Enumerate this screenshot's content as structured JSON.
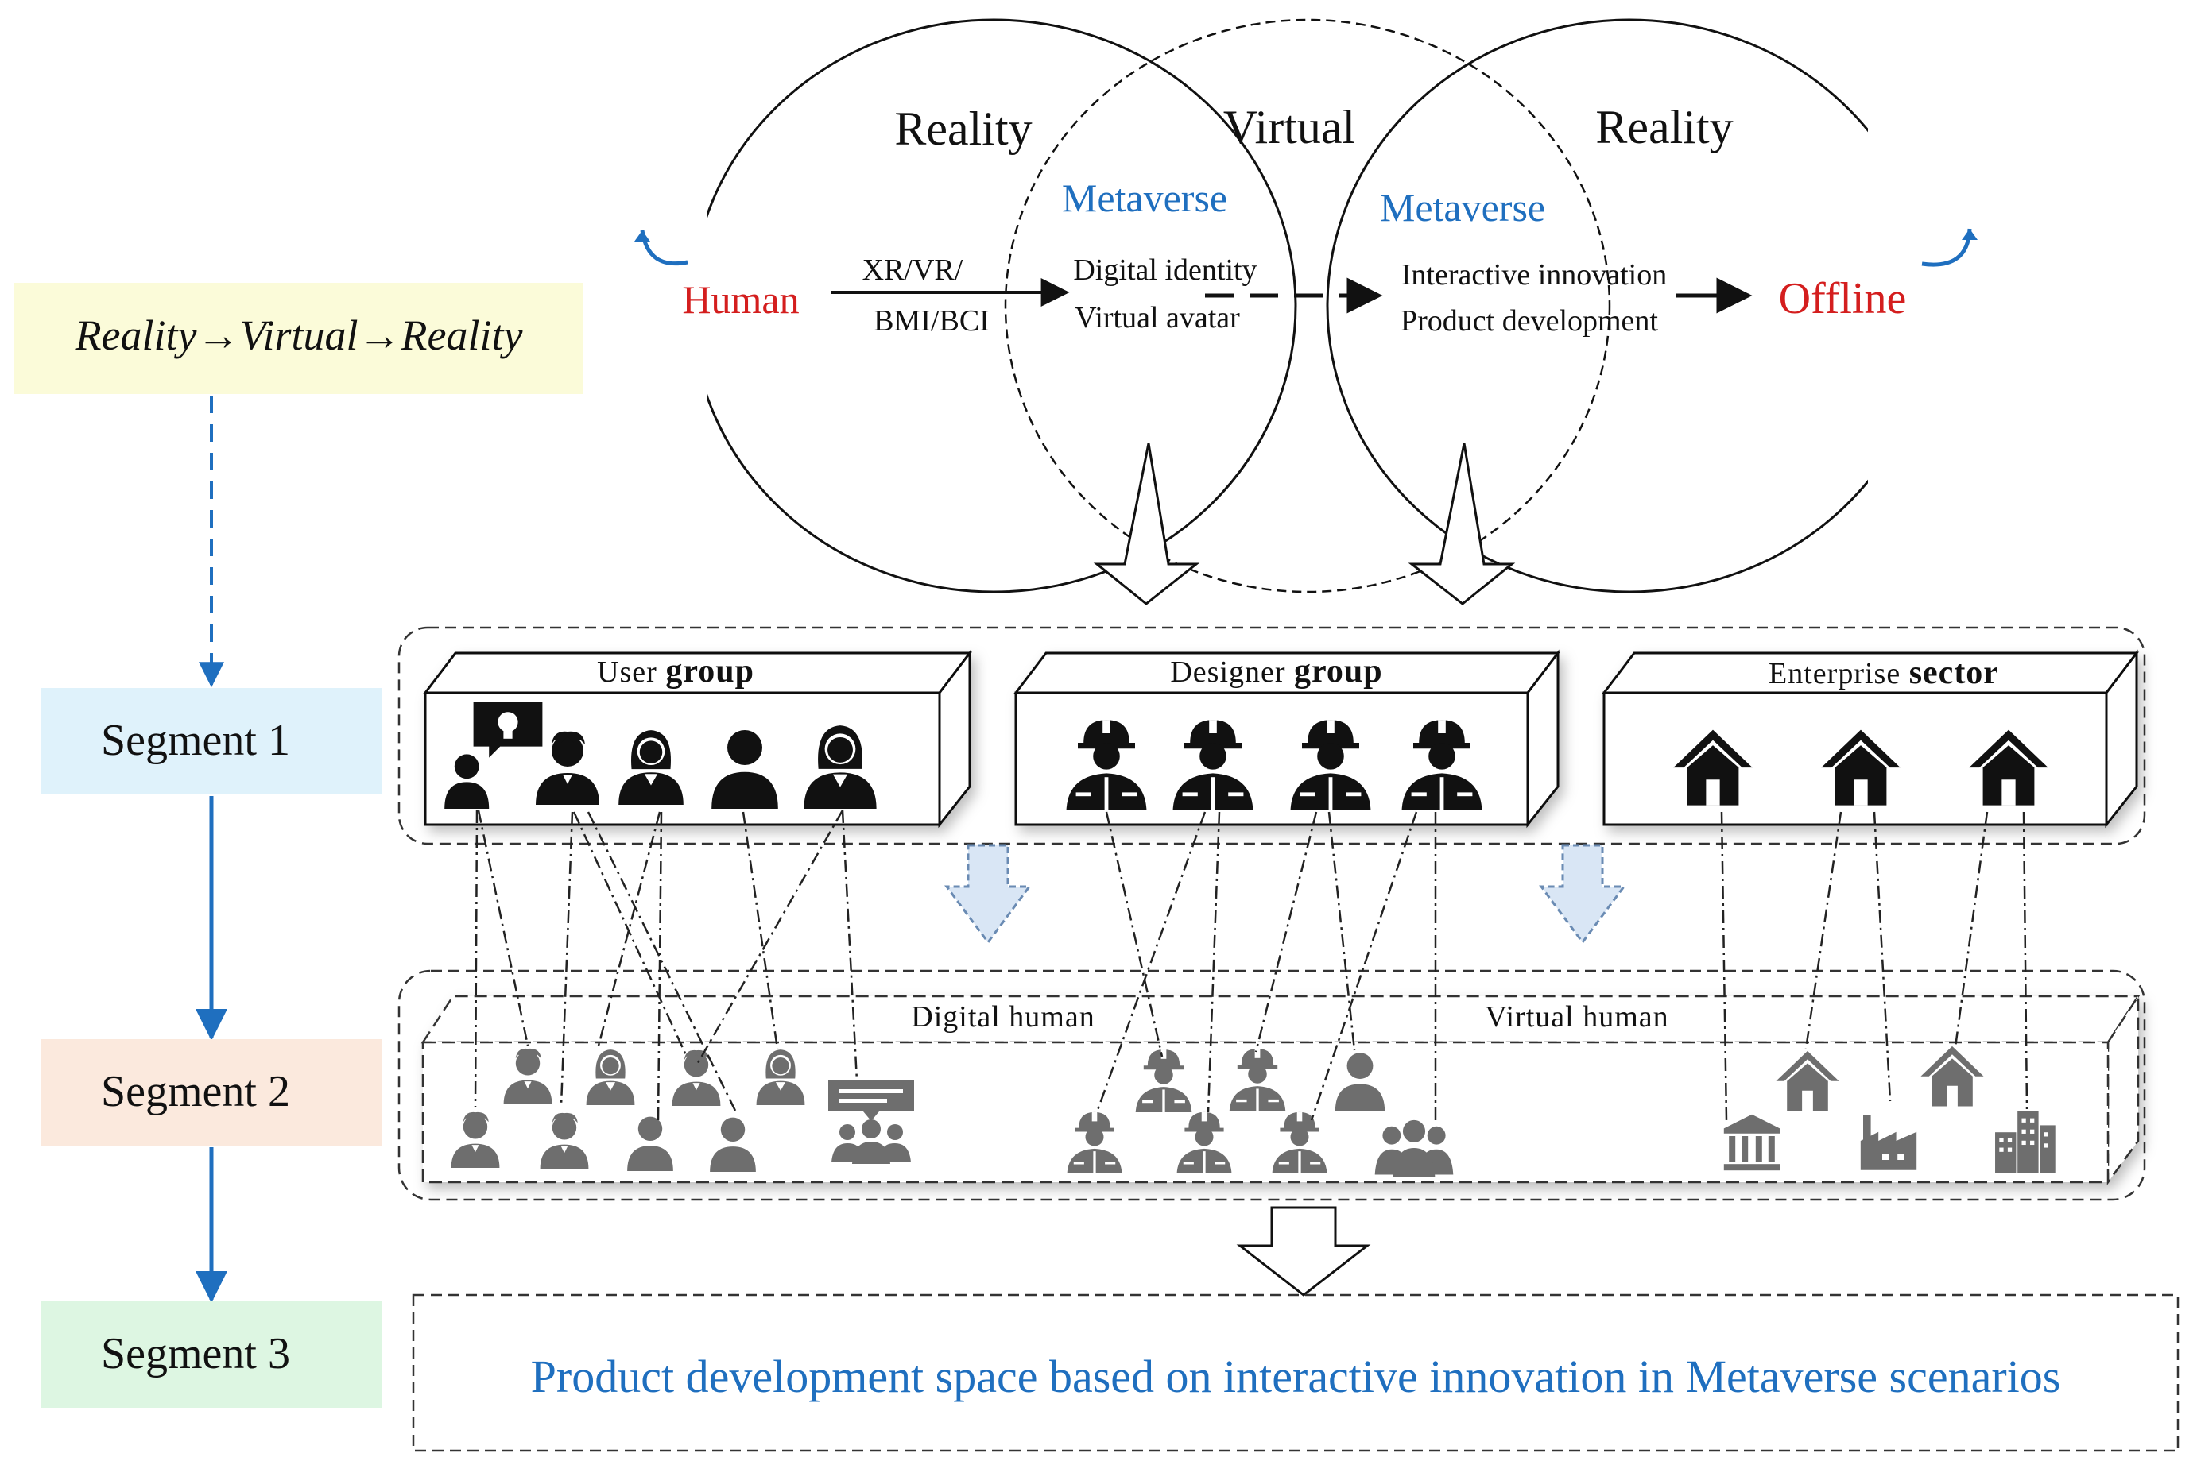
{
  "flow_box": {
    "label": "Reality→Virtual→Reality"
  },
  "segments": [
    {
      "label": "Segment 1",
      "color": "#dff2fb"
    },
    {
      "label": "Segment 2",
      "color": "#fbe9dd"
    },
    {
      "label": "Segment 3",
      "color": "#ddf6e2"
    }
  ],
  "venn": {
    "left_label": "Reality",
    "middle_label": "Virtual",
    "right_label": "Reality",
    "metaverse_left": "Metaverse",
    "metaverse_right": "Metaverse",
    "human": "Human",
    "tech_line1": "XR/VR/",
    "tech_line2": "BMI/BCI",
    "identity_line1": "Digital identity",
    "identity_line2": "Virtual avatar",
    "innovation_line1": "Interactive innovation",
    "innovation_line2": "Product development",
    "offline": "Offline"
  },
  "groups": {
    "user": {
      "small": "User",
      "big": "group"
    },
    "designer": {
      "small": "Designer",
      "big": "group"
    },
    "enterprise": {
      "small": "Enterprise",
      "big": "sector"
    }
  },
  "layer2": {
    "digital_human": "Digital human",
    "virtual_human": "Virtual human"
  },
  "segment3_text": "Product development space based on interactive innovation in Metaverse scenarios",
  "colors": {
    "accent_blue": "#1f6fbf",
    "accent_red": "#d41e1e",
    "flow_box": "#fbfbd9",
    "icon_gray": "#6e6e6e"
  }
}
